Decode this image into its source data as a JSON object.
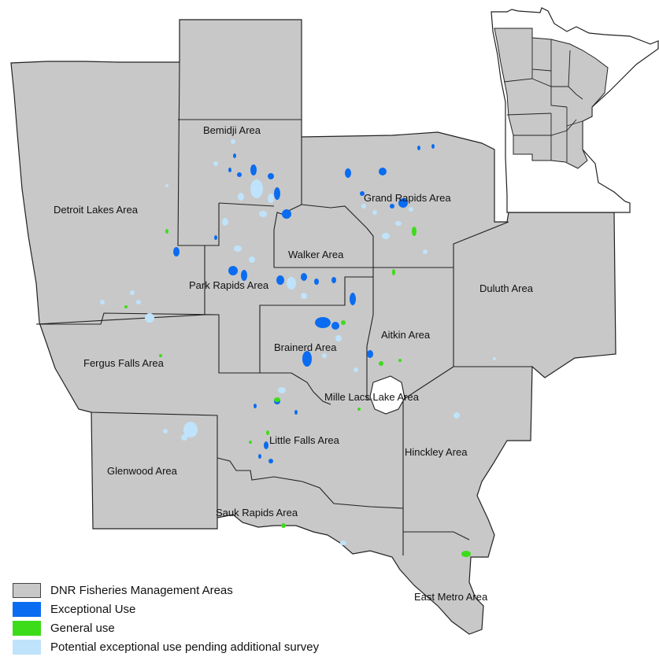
{
  "map": {
    "areas": [
      {
        "id": "detroit-lakes",
        "label": "Detroit Lakes Area"
      },
      {
        "id": "bemidji",
        "label": "Bemidji Area"
      },
      {
        "id": "grand-rapids",
        "label": "Grand Rapids Area"
      },
      {
        "id": "walker",
        "label": "Walker Area"
      },
      {
        "id": "park-rapids",
        "label": "Park Rapids Area"
      },
      {
        "id": "duluth",
        "label": "Duluth Area"
      },
      {
        "id": "aitkin",
        "label": "Aitkin Area"
      },
      {
        "id": "brainerd",
        "label": "Brainerd Area"
      },
      {
        "id": "fergus-falls",
        "label": "Fergus Falls Area"
      },
      {
        "id": "mille-lacs",
        "label": "Mille Lacs Lake Area"
      },
      {
        "id": "little-falls",
        "label": "Little Falls Area"
      },
      {
        "id": "glenwood",
        "label": "Glenwood Area"
      },
      {
        "id": "hinckley",
        "label": "Hinckley Area"
      },
      {
        "id": "sauk-rapids",
        "label": "Sauk Rapids Area"
      },
      {
        "id": "east-metro",
        "label": "East Metro Area"
      }
    ]
  },
  "legend": {
    "items": [
      {
        "label": "DNR Fisheries Management Areas",
        "color": "#c8c8c8"
      },
      {
        "label": "Exceptional Use",
        "color": "#0a6cf0"
      },
      {
        "label": "General use",
        "color": "#3ddc1b"
      },
      {
        "label": "Potential exceptional use pending additional survey",
        "color": "#bfe3fb"
      }
    ]
  },
  "colors": {
    "region_fill": "#c8c8c8",
    "boundary": "#222222",
    "exceptional": "#0a6cf0",
    "general": "#3ddc1b",
    "potential": "#bfe3fb"
  }
}
